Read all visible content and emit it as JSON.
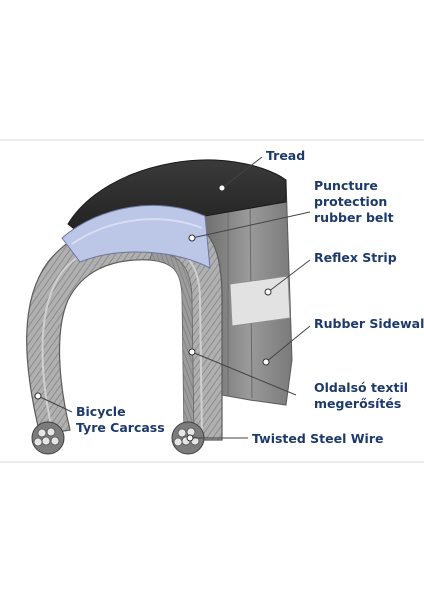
{
  "labels": {
    "tread": "Tread",
    "puncture": [
      "Puncture",
      "protection",
      "rubber belt"
    ],
    "reflex": "Reflex Strip",
    "sidewall": "Rubber Sidewall",
    "textile": [
      "Oldalsó textil",
      "megerősítés"
    ],
    "carcass": [
      "Bicycle",
      "Tyre Carcass"
    ],
    "steel": "Twisted Steel Wire"
  },
  "colors": {
    "label_text": "#1d3a6b",
    "tread": "#2b2b2b",
    "belt": "#bcc6e6",
    "sidewall": "#8a8a8a",
    "carcass": "#a9a9a9",
    "reflex": "#e2e2e2",
    "leader": "#444444"
  }
}
